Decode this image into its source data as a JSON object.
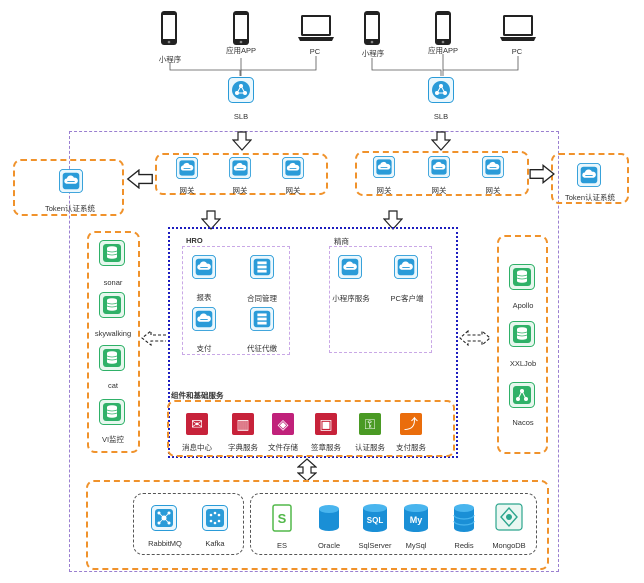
{
  "clients_left": {
    "mini_program": "小程序",
    "app": "应用APP",
    "pc": "PC"
  },
  "clients_right": {
    "mini_program": "小程序",
    "app": "应用APP",
    "pc": "PC"
  },
  "slb_left": "SLB",
  "slb_right": "SLB",
  "gateways_left": [
    "网关",
    "网关",
    "网关"
  ],
  "gateways_right": [
    "网关",
    "网关",
    "网关"
  ],
  "token_left": "Token认证系统",
  "token_right": "Token认证系统",
  "monitoring": [
    "sonar",
    "skywalking",
    "cat",
    "VI监控"
  ],
  "registry": [
    "Apollo",
    "XXLJob",
    "Nacos"
  ],
  "hro": {
    "title": "HRO",
    "services": [
      "报表",
      "合同管理",
      "支付",
      "代征代缴"
    ]
  },
  "jingshang": {
    "title": "精商",
    "services": [
      "小程序服务",
      "PC客户端"
    ]
  },
  "components": {
    "title": "组件和基础服务",
    "items": [
      "消息中心",
      "字典服务",
      "文件存储",
      "签章服务",
      "认证服务",
      "支付服务"
    ],
    "colors": [
      "#c7223a",
      "#c7223a",
      "#c0217a",
      "#c7223a",
      "#4a9a24",
      "#ea6d0c"
    ]
  },
  "mq": [
    "RabbitMQ",
    "Kafka"
  ],
  "storage": [
    "ES",
    "Oracle",
    "SqlServer",
    "MySql",
    "Redis",
    "MongoDB"
  ]
}
